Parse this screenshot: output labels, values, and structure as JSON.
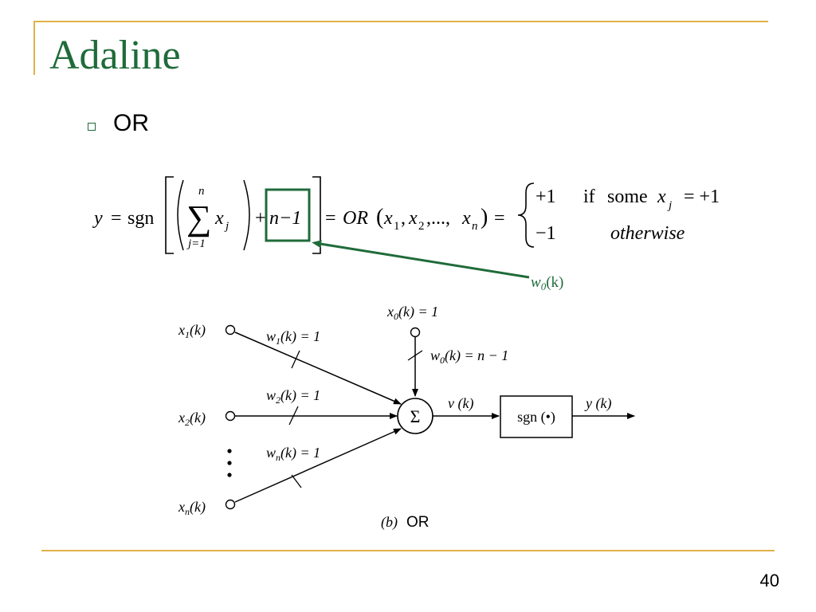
{
  "slide": {
    "title": "Adaline",
    "bullet": "OR",
    "page_number": "40"
  },
  "equation": {
    "y": "y",
    "eq1": "=",
    "sgn": "sgn",
    "sum_upper": "n",
    "sum_lower": "j=1",
    "sum_var": "x",
    "sum_sub": "j",
    "plus": "+",
    "bias": "n−1",
    "eq2": "=",
    "or_fn": "OR",
    "or_args_open": "(x",
    "or_args_rest": "x",
    "or_sub1": "1",
    "or_sub2": "2",
    "or_subn": "n",
    "comma": ",",
    "dots": ",...,",
    "close": ")",
    "eq3": "=",
    "case1_value": "+1",
    "case1_cond_if": "if",
    "case1_cond_some": "some",
    "case1_cond_var": "x",
    "case1_cond_sub": "j",
    "case1_cond_eq": "= +1",
    "case2_value": "−1",
    "case2_cond": "otherwise"
  },
  "annotation": {
    "w": "w",
    "sub": "0",
    "arg": "(k)",
    "color": "#1f6b3a"
  },
  "diagram": {
    "x1": "x",
    "x1_sub": "1",
    "x1_arg": "(k)",
    "x2": "x",
    "x2_sub": "2",
    "x2_arg": "(k)",
    "xn": "x",
    "xn_sub": "n",
    "xn_arg": "(k)",
    "x0": "x",
    "x0_sub": "0",
    "x0_arg": "(k) = 1",
    "w1": "w",
    "w1_sub": "1",
    "w1_arg": "(k) = 1",
    "w2": "w",
    "w2_sub": "2",
    "w2_arg": "(k) = 1",
    "wn": "w",
    "wn_sub": "n",
    "wn_arg": "(k) = 1",
    "w0": "w",
    "w0_sub": "0",
    "w0_arg": "(k) = n − 1",
    "sigma": "Σ",
    "v": "v (k)",
    "sgn_box": "sgn (•)",
    "y_out": "y (k)",
    "caption_b": "(b)",
    "caption_or": "OR"
  },
  "colors": {
    "accent_green": "#1f6b3a",
    "frame_gold": "#e0b24a"
  }
}
